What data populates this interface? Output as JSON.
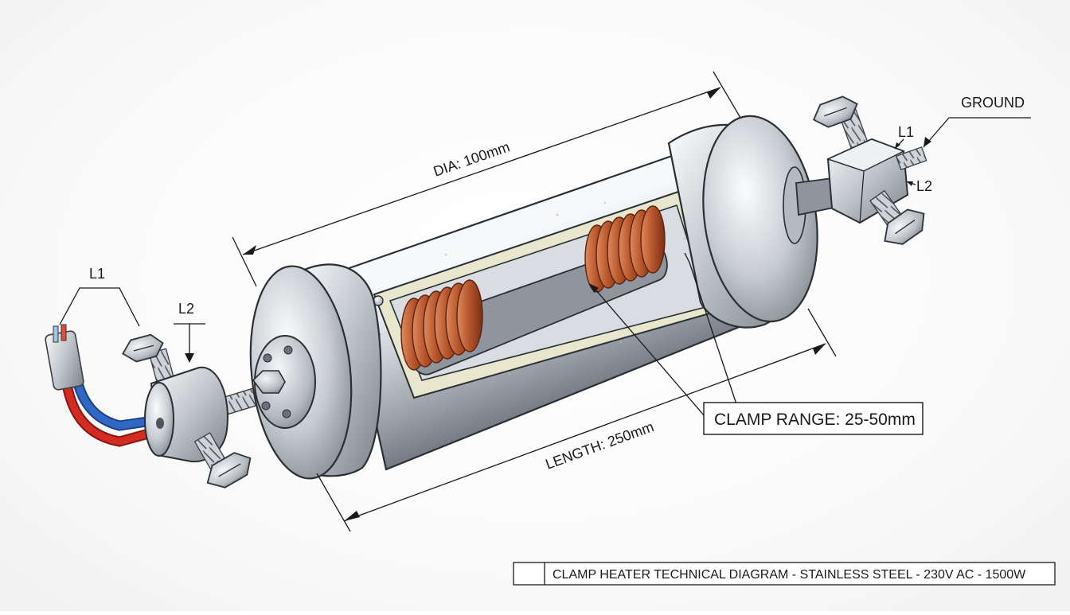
{
  "labels": {
    "dia": "DIA: 100mm",
    "length": "LENGTH: 250mm",
    "clamp_range": "CLAMP RANGE: 25-50mm",
    "ground": "GROUND",
    "l1_left": "L1",
    "l2_left": "L2",
    "l1_right": "L1",
    "l2_right": "L2"
  },
  "title_block": {
    "text": "CLAMP HEATER  TECHNICAL DIAGRAM - STAINLESS STEEL - 230V AC - 1500W"
  },
  "colors": {
    "steel_light": "#f2f4f6",
    "steel_mid": "#b9bec4",
    "steel_dark": "#6e747b",
    "insulation": "#ebe9cf",
    "copper_coil": "#b4532a",
    "wire_red": "#d22b22",
    "wire_blue": "#2f68c4",
    "line": "#1a1a1a"
  },
  "icons": {
    "hex_bolt": "hex-bolt-icon",
    "terminal_block": "terminal-block-icon",
    "heating_coil": "heating-coil-icon"
  }
}
